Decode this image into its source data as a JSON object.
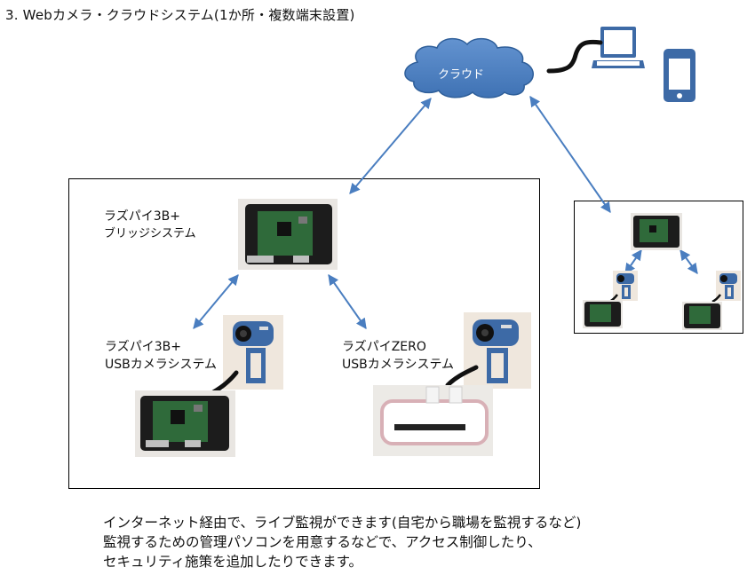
{
  "title": "3. Webカメラ・クラウドシステム(1か所・複数端末設置)",
  "cloud": {
    "label": "クラウド"
  },
  "nodes": {
    "bridge": {
      "line1": "ラズパイ3B+",
      "line2": "ブリッジシステム"
    },
    "cam_3b": {
      "line1": "ラズパイ3B+",
      "line2": "USBカメラシステム"
    },
    "cam_zero": {
      "line1": "ラズパイZERO",
      "line2": "USBカメラシステム"
    }
  },
  "description": [
    "インターネット経由で、ライブ監視ができます(自宅から職場を監視するなど)",
    "監視するための管理パソコンを用意するなどで、アクセス制御したり、",
    "セキュリティ施策を追加したりできます。"
  ],
  "colors": {
    "cloud_fill": "#4a7ec0",
    "cloud_stroke": "#2f5f9a",
    "arrow": "#4a7ec0",
    "device_blue": "#3d6aa6",
    "board_green": "#2f6a3a",
    "case_dark": "#1c1c1c",
    "cable": "#111111"
  }
}
